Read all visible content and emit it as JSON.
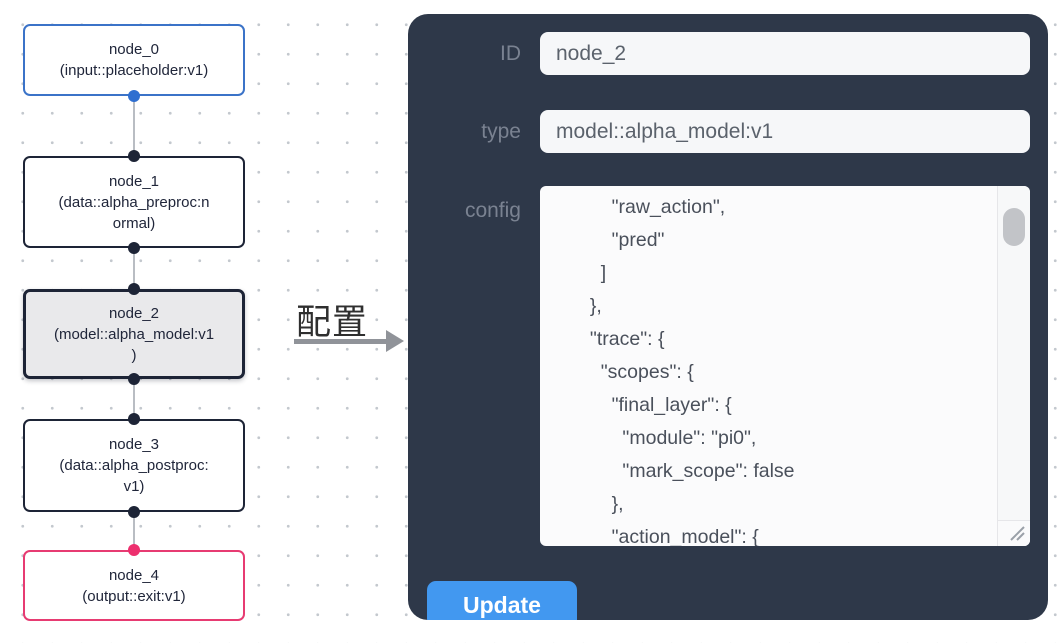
{
  "flowchart": {
    "nodes": [
      {
        "id": "node_0",
        "kind": "input",
        "text": "node_0\n(input::placeholder:v1)",
        "border_color": "#3b73c8",
        "selected": false
      },
      {
        "id": "node_1",
        "kind": "data",
        "text": "node_1\n(data::alpha_preproc:n\normal)",
        "border_color": "#1d2436",
        "selected": false
      },
      {
        "id": "node_2",
        "kind": "model",
        "text": "node_2\n(model::alpha_model:v1\n)",
        "border_color": "#1d2436",
        "selected": true
      },
      {
        "id": "node_3",
        "kind": "data",
        "text": "node_3\n(data::alpha_postproc:\nv1)",
        "border_color": "#1d2436",
        "selected": false
      },
      {
        "id": "node_4",
        "kind": "output",
        "text": "node_4\n(output::exit:v1)",
        "border_color": "#e73b72",
        "selected": false
      }
    ],
    "port_colors": {
      "input": "#2f6fd0",
      "default": "#1d2436",
      "output": "#ed2f6e"
    }
  },
  "transition": {
    "label": "配置"
  },
  "panel": {
    "id_field": {
      "label": "ID",
      "value": "node_2"
    },
    "type_field": {
      "label": "type",
      "value": "model::alpha_model:v1"
    },
    "config_field": {
      "label": "config",
      "value": "           \"raw_action\",\n           \"pred\"\n         ]\n       },\n       \"trace\": {\n         \"scopes\": {\n           \"final_layer\": {\n             \"module\": \"pi0\",\n             \"mark_scope\": false\n           },\n           \"action_model\": {"
    },
    "update_button_label": "Update"
  },
  "colors": {
    "panel_bg": "#2e3849",
    "panel_label": "#7a8291",
    "input_bg": "#f6f7f9",
    "input_text": "#5b626c",
    "config_text": "#4a505b",
    "button_bg": "#4298f0",
    "button_text": "#ffffff",
    "selected_node_bg": "#e9e9eb",
    "edge_line": "#b9bdc3",
    "grid_dot": "#c3c8ce"
  }
}
